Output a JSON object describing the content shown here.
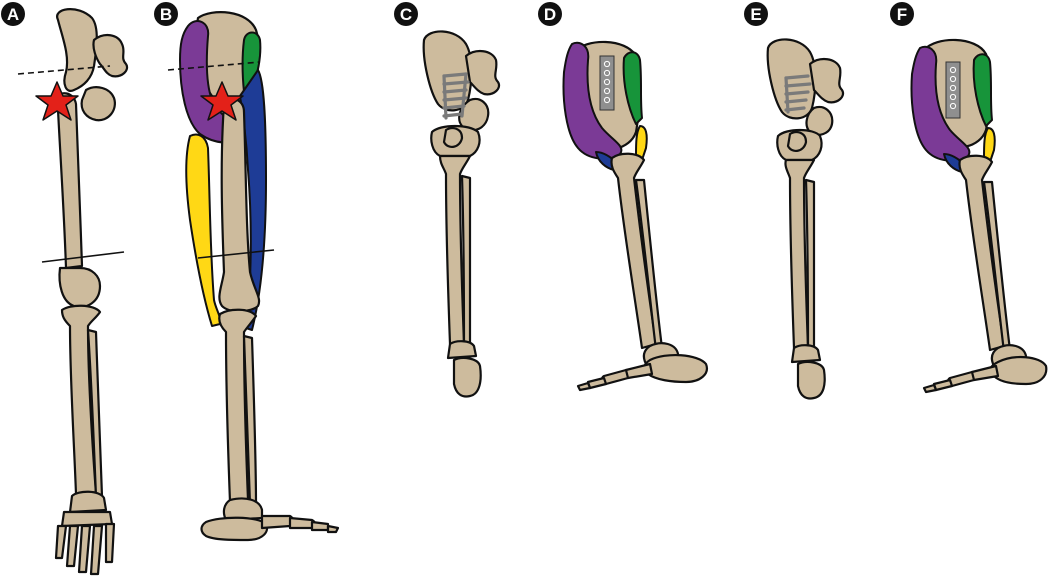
{
  "colors": {
    "bone": "#cdbb9d",
    "outline": "#111111",
    "rectus_femoris": "#7b3a96",
    "sartorius": "#ffd815",
    "gracilis": "#1e3c96",
    "tensor_fascia_lata": "#17943a",
    "tumor_star": "#e32119",
    "plate": "#8f8f8f",
    "badge": "#111111"
  },
  "icons": {
    "tumor_marker": "red-star",
    "fixation_plate": "screw-plate",
    "graft": "striped-graft"
  },
  "panels": [
    {
      "label": "A"
    },
    {
      "label": "B"
    },
    {
      "label": "C"
    },
    {
      "label": "D"
    },
    {
      "label": "E"
    },
    {
      "label": "F"
    }
  ]
}
